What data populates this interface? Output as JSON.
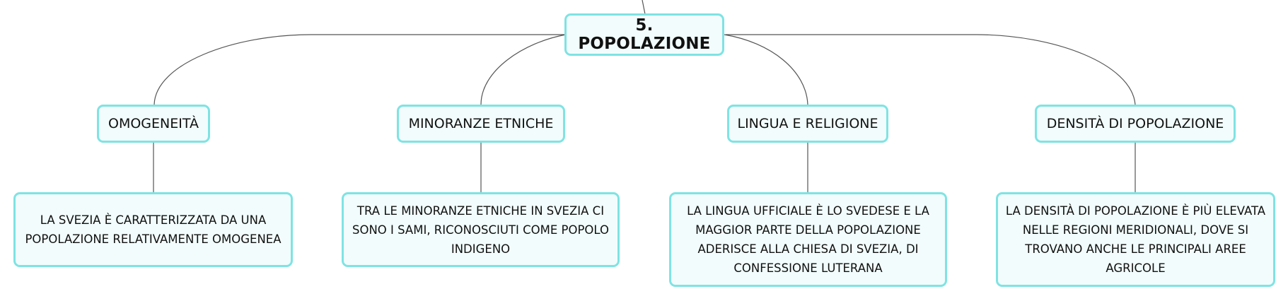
{
  "diagram": {
    "root": {
      "label": "5. POPOLAZIONE"
    },
    "branches": [
      {
        "label": "OMOGENEITÀ",
        "detail": "LA SVEZIA È CARATTERIZZATA DA UNA POPOLAZIONE RELATIVAMENTE OMOGENEA"
      },
      {
        "label": "MINORANZE ETNICHE",
        "detail": "TRA LE MINORANZE ETNICHE IN SVEZIA CI SONO I SAMI, RICONOSCIUTI COME POPOLO INDIGENO"
      },
      {
        "label": "LINGUA E RELIGIONE",
        "detail": "LA LINGUA UFFICIALE È LO SVEDESE E LA MAGGIOR PARTE DELLA POPOLAZIONE ADERISCE ALLA CHIESA DI SVEZIA, DI CONFESSIONE LUTERANA"
      },
      {
        "label": "DENSITÀ DI POPOLAZIONE",
        "detail": "LA DENSITÀ DI POPOLAZIONE È PIÙ ELEVATA NELLE REGIONI MERIDIONALI, DOVE SI TROVANO ANCHE LE PRINCIPALI AREE AGRICOLE"
      }
    ]
  },
  "colors": {
    "node_border": "#7fe3e3",
    "node_fill": "#f2fcfc",
    "connector": "#555555"
  }
}
